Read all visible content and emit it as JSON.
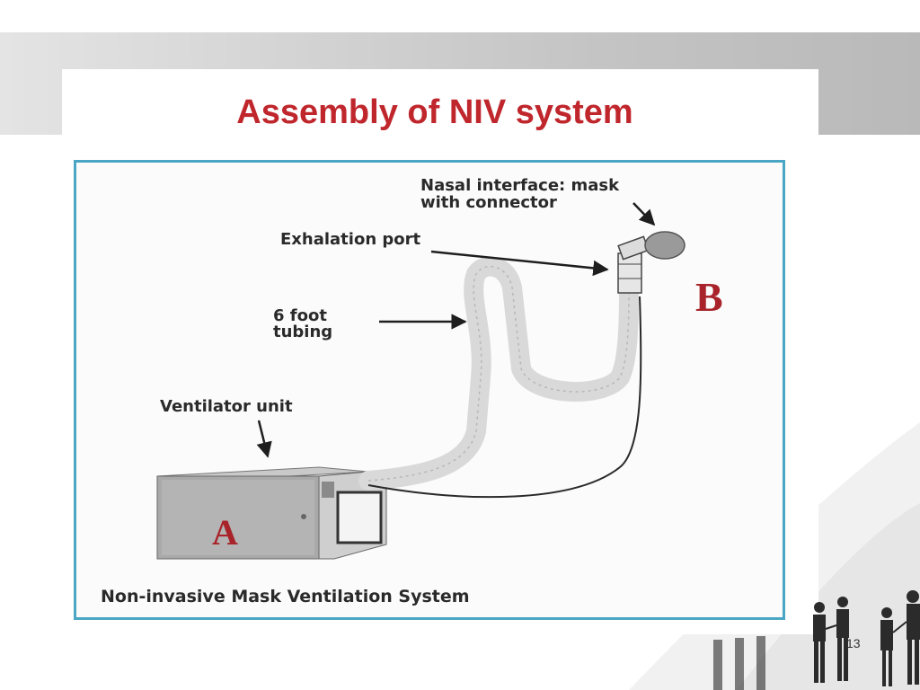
{
  "slide": {
    "title": "Assembly of NIV system",
    "number": "13"
  },
  "diagram": {
    "labels": {
      "nasal_interface_line1": "Nasal interface: mask",
      "nasal_interface_line2": "with connector",
      "exhalation_port": "Exhalation port",
      "tubing_line1": "6 foot",
      "tubing_line2": "tubing",
      "ventilator_unit": "Ventilator unit",
      "caption": "Non-invasive Mask Ventilation System"
    },
    "markers": {
      "a": "A",
      "b": "B"
    }
  },
  "colors": {
    "title": "#c0272d",
    "frame_border": "#4aa6c4",
    "marker": "#a8232a"
  }
}
